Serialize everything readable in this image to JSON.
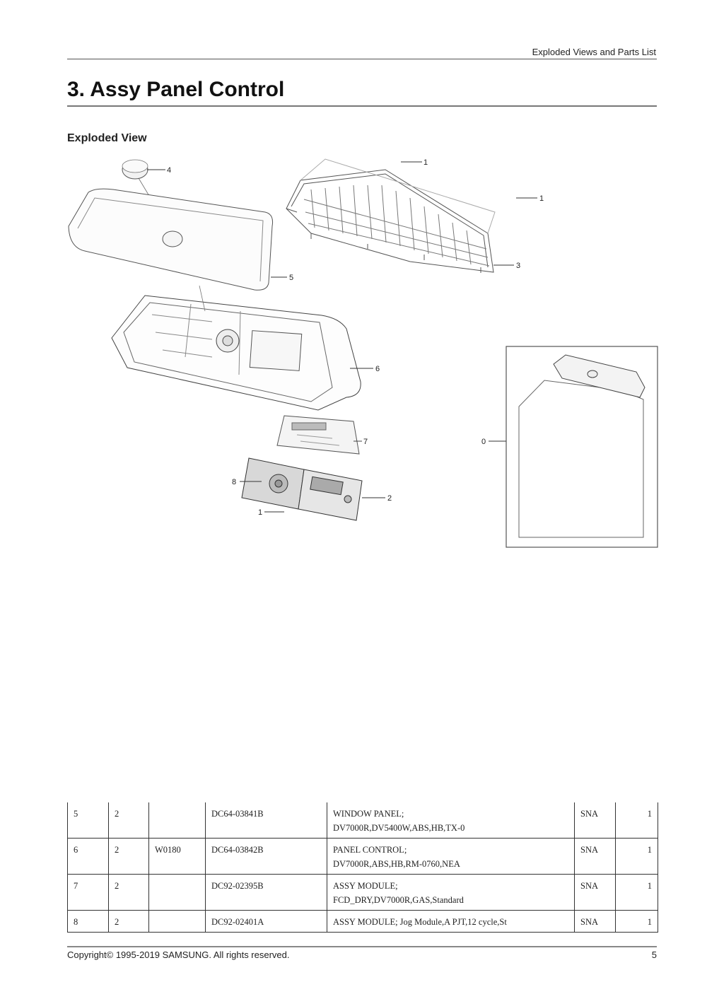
{
  "header": {
    "section_label": "Exploded Views and Parts List"
  },
  "title": "3.  Assy Panel Control",
  "subtitle": "Exploded View",
  "diagram": {
    "callouts": [
      "1",
      "1",
      "3",
      "4",
      "5",
      "6",
      "7",
      "8",
      "2",
      "1",
      "0"
    ]
  },
  "parts": [
    {
      "no": "5",
      "level": "2",
      "loc": "",
      "code": "DC64-03841B",
      "desc1": "WINDOW  PANEL;",
      "desc2": "DV7000R,DV5400W,ABS,HB,TX-0",
      "status": "SNA",
      "qty": "1"
    },
    {
      "no": "6",
      "level": "2",
      "loc": "W0180",
      "code": "DC64-03842B",
      "desc1": "PANEL  CONTROL;",
      "desc2": "DV7000R,ABS,HB,RM-0760,NEA",
      "status": "SNA",
      "qty": "1"
    },
    {
      "no": "7",
      "level": "2",
      "loc": "",
      "code": "DC92-02395B",
      "desc1": "ASSY  MODULE;",
      "desc2": "FCD_DRY,DV7000R,GAS,Standard",
      "status": "SNA",
      "qty": "1"
    },
    {
      "no": "8",
      "level": "2",
      "loc": "",
      "code": "DC92-02401A",
      "desc1": "ASSY MODULE; Jog Module,A PJT,12 cycle,St",
      "desc2": "",
      "status": "SNA",
      "qty": "1"
    }
  ],
  "footer": {
    "copyright": "Copyright© 1995-2019 SAMSUNG. All rights reserved.",
    "page_number": "5"
  }
}
